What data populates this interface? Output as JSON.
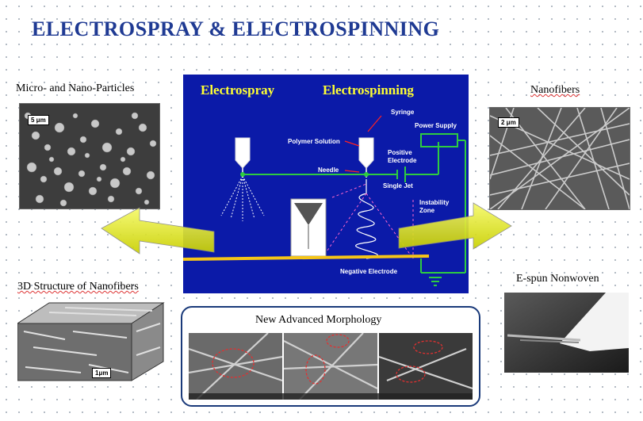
{
  "title": "ELECTROSPRAY & ELECTROSPINNING",
  "captions": {
    "particles": "Micro- and Nano-Particles",
    "nanofibers": "Nanofibers",
    "structure_3d": "3D Structure of Nanofibers",
    "nonwoven": "E-spun Nonwoven",
    "morphology": "New Advanced Morphology"
  },
  "scale_bars": {
    "particles": "5 μm",
    "nanofibers": "2 μm",
    "structure_3d": "1μm"
  },
  "diagram": {
    "electrospray_heading": "Electrospray",
    "electrospinning_heading": "Electrospinning",
    "labels": {
      "syringe": "Syringe",
      "power_supply": "Power Supply",
      "polymer_solution": "Polymer Solution",
      "positive": "Positive",
      "electrode": "Electrode",
      "needle": "Needle",
      "single_jet": "Single Jet",
      "instability": "Instability",
      "zone": "Zone",
      "negative_electrode": "Negative Electrode"
    }
  },
  "colors": {
    "title": "#1f3a93",
    "panel_background": "#0b1aa8",
    "heading_yellow": "#ffff33",
    "circuit_green": "#2ecc40",
    "arrow_yellow": "#e8ef1c"
  }
}
